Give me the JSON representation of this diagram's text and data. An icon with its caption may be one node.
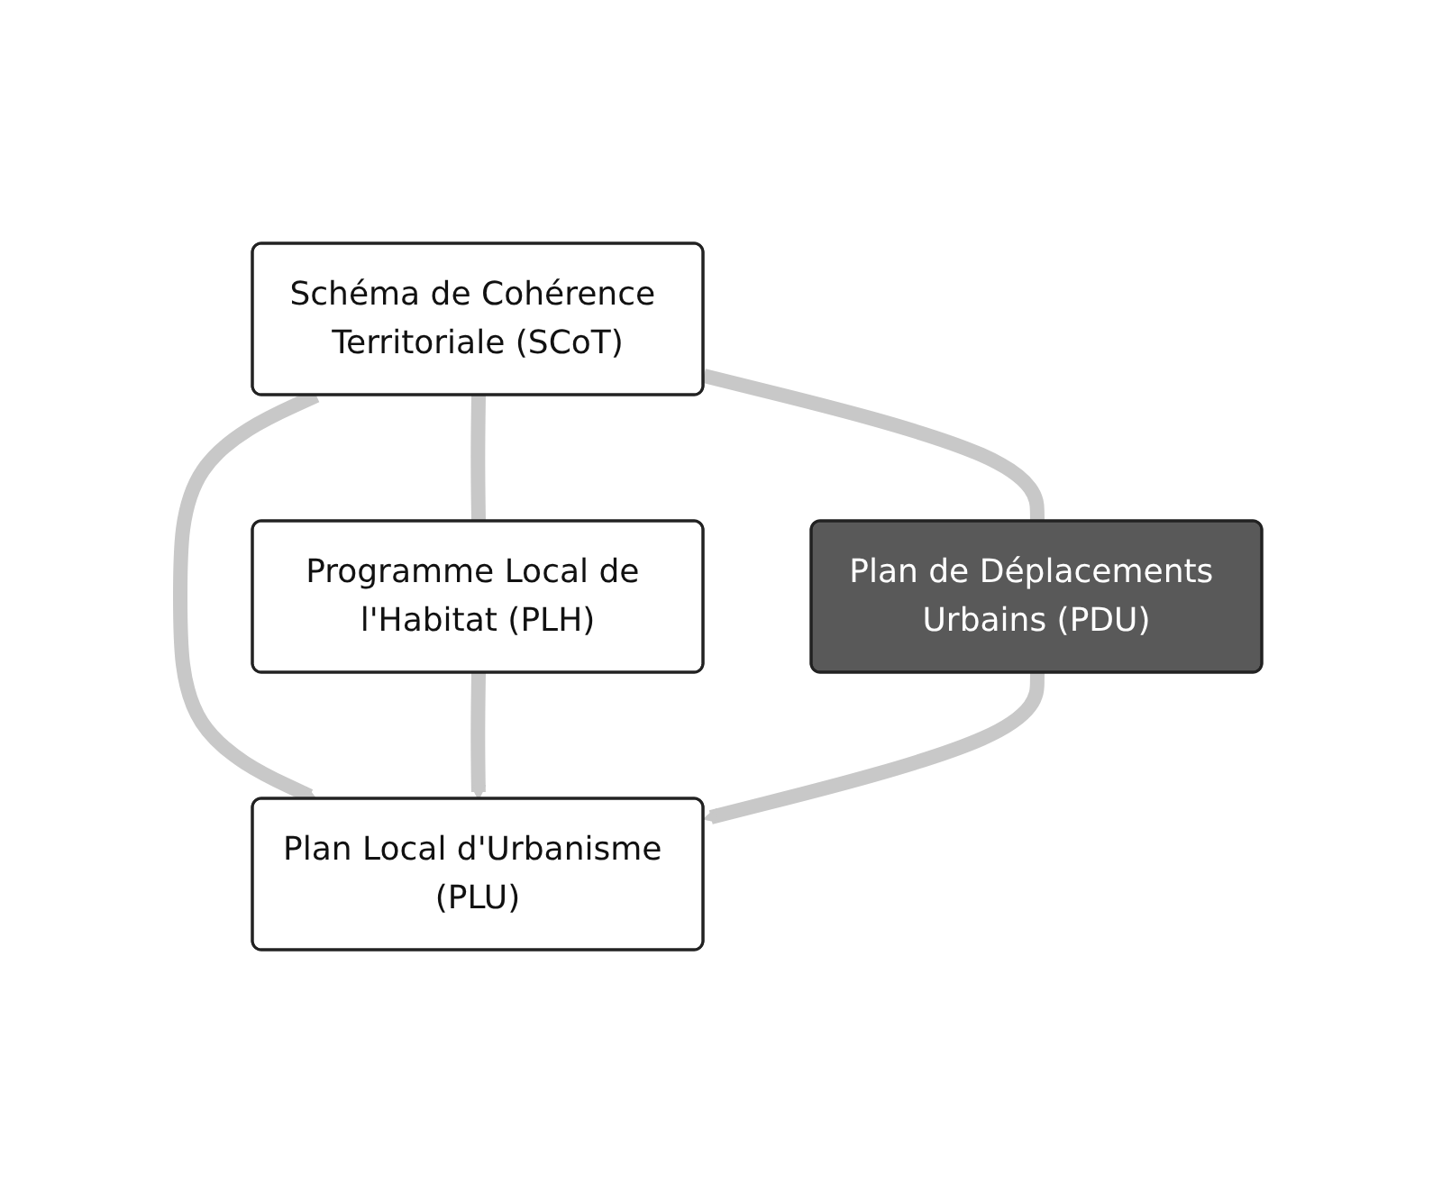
{
  "diagram": {
    "nodes": [
      {
        "text": [
          "Schéma de Cohérence Territoriale (SCoT)"
        ]
      },
      {
        "text": [
          "Programme Local de l'Habitat (PLH)"
        ]
      },
      {
        "text": [
          "Plan de Déplacements Urbains (PDU)"
        ]
      },
      {
        "text": [
          "Plan Local d'Urbanisme (PLU)"
        ]
      }
    ],
    "edges": [
      {
        "from": 0,
        "to": 1,
        "arrow": "none"
      },
      {
        "from": 0,
        "to": 2,
        "arrow": "none"
      },
      {
        "from": 0,
        "to": 3,
        "arrow": "to"
      },
      {
        "from": 1,
        "to": 3,
        "arrow": "to"
      },
      {
        "from": 2,
        "to": 3,
        "arrow": "to"
      }
    ]
  }
}
